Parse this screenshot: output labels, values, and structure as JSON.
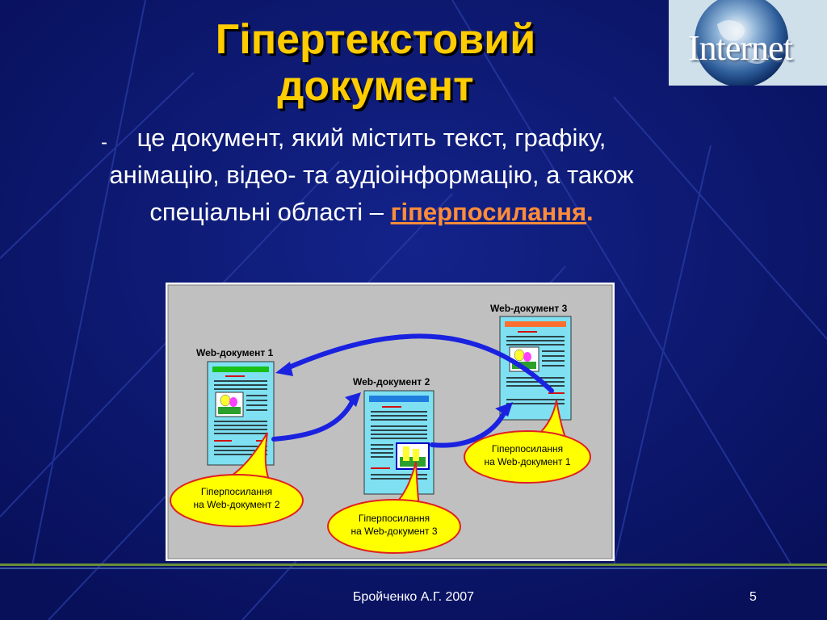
{
  "slide": {
    "title_line1": "Гіпертекстовий",
    "title_line2": "документ",
    "bullet": "-",
    "text_part1": "це документ, який містить текст, графіку, анімацію, відео- та аудіоінформацію, а також спеціальні області – ",
    "hyperlink_word": "гіперпосилання",
    "text_end": ".",
    "logo_text": "Internet"
  },
  "diagram": {
    "doc1_label": "Web-документ 1",
    "doc2_label": "Web-документ 2",
    "doc3_label": "Web-документ 3",
    "callout1_line1": "Гіперпосилання",
    "callout1_line2": "на Web-документ 2",
    "callout2_line1": "Гіперпосилання",
    "callout2_line2": "на Web-документ 3",
    "callout3_line1": "Гіперпосилання",
    "callout3_line2": "на Web-документ 1"
  },
  "footer": {
    "author": "Бройченко А.Г. 2007",
    "page_number": "5"
  },
  "colors": {
    "background": "#0b1670",
    "title": "#ffcc00",
    "hyperlink": "#ff8c3a",
    "diagram_bg": "#c0c0c0",
    "document": "#7fe0f2",
    "arrow": "#1a22e0",
    "callout": "#ffff00",
    "callout_border": "#e02020"
  }
}
